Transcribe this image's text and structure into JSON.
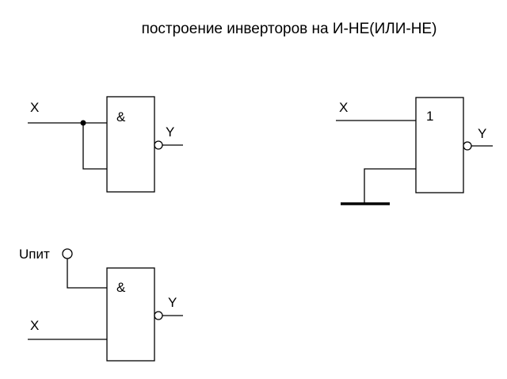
{
  "title": "построение инверторов на И-НЕ(ИЛИ-НЕ)",
  "colors": {
    "background": "#ffffff",
    "line": "#000000"
  },
  "circuits": {
    "nand_inverter_tied_inputs": {
      "input_label": "X",
      "gate_label": "&",
      "output_label": "Y"
    },
    "nor_inverter_grounded_input": {
      "input_label": "X",
      "gate_label": "1",
      "output_label": "Y"
    },
    "nand_inverter_power_input": {
      "power_label": "Uпит",
      "input_label": "X",
      "gate_label": "&",
      "output_label": "Y"
    }
  }
}
